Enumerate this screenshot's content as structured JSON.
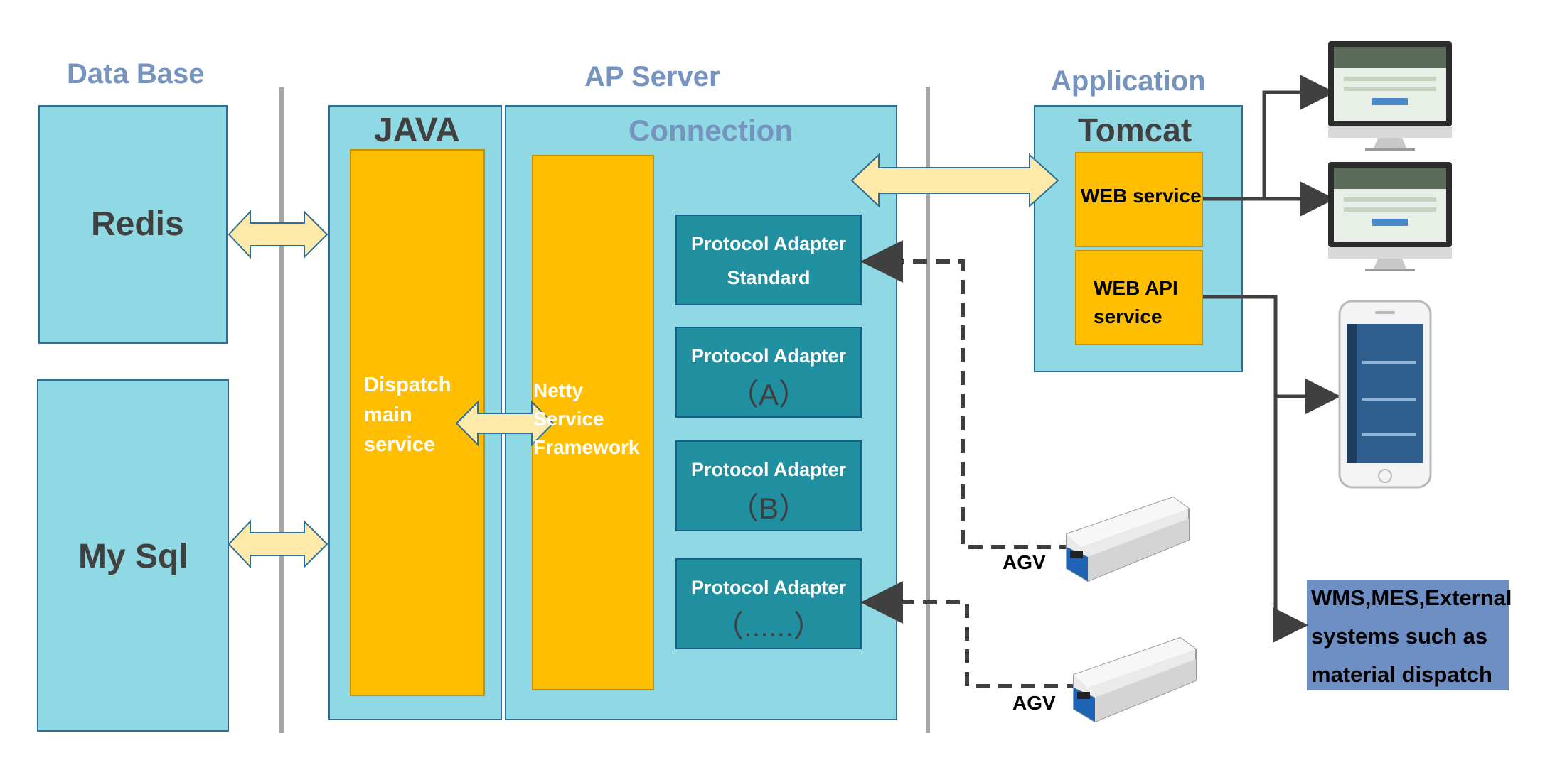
{
  "headings": {
    "database": "Data Base",
    "ap_server": "AP Server",
    "application": "Application"
  },
  "database": {
    "redis": "Redis",
    "mysql": "My Sql"
  },
  "java": {
    "title": "JAVA",
    "dispatch_lines": [
      "Dispatch",
      "main",
      "service"
    ]
  },
  "connection": {
    "title": "Connection",
    "netty_lines": [
      "Netty",
      "Service",
      "Framework"
    ],
    "adapters": [
      {
        "title": "Protocol Adapter",
        "sub": "Standard"
      },
      {
        "title": "Protocol Adapter",
        "sub": "（A）"
      },
      {
        "title": "Protocol Adapter",
        "sub": "（B）"
      },
      {
        "title": "Protocol Adapter",
        "sub": "（......）"
      }
    ]
  },
  "tomcat": {
    "title": "Tomcat",
    "web_service": "WEB service",
    "web_api_lines": [
      "WEB API",
      "service"
    ]
  },
  "agv": {
    "label_1": "AGV",
    "label_2": "AGV"
  },
  "external": {
    "lines": [
      "WMS,MES,External",
      "systems such as",
      "material dispatch"
    ]
  },
  "colors": {
    "panel_cyan": "#8ed9e3",
    "panel_border": "#2d6f96",
    "service_orange": "#ffbf00",
    "adapter_teal": "#208f9f",
    "heading_blue": "#7694bf",
    "arrow_fill": "#fde9a9",
    "connector_gray": "#404040",
    "external_box": "#6e8fc4"
  }
}
